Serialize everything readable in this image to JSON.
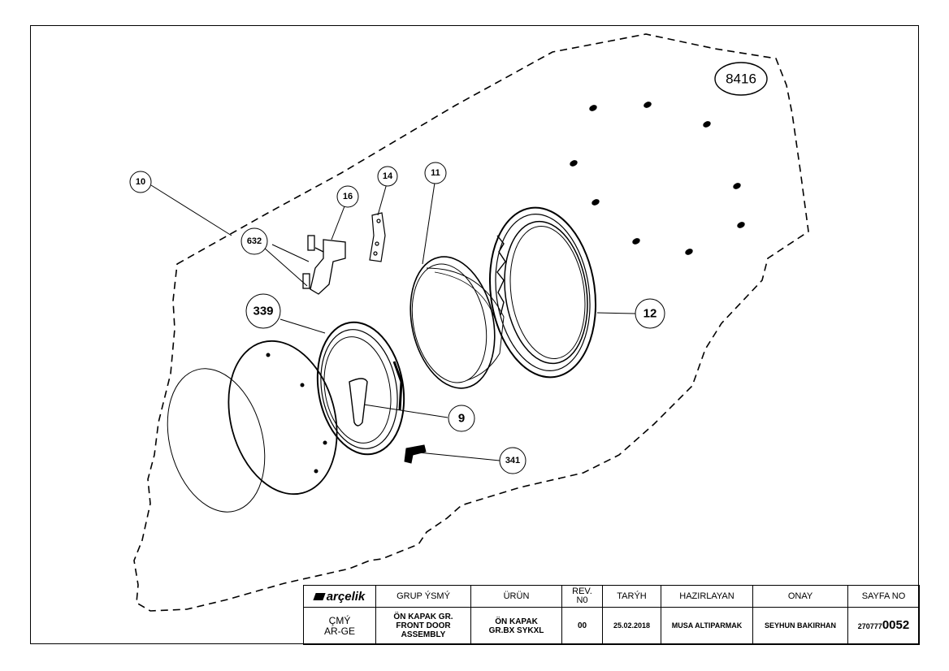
{
  "callouts": {
    "c10": "10",
    "c14": "14",
    "c11": "11",
    "c16": "16",
    "c632": "632",
    "c339": "339",
    "c12": "12",
    "c9": "9",
    "c341": "341",
    "c8416": "8416"
  },
  "title_block": {
    "logo": "arçelik",
    "headers": [
      "GRUP ÝSMÝ",
      "ÜRÜN",
      "REV.\nN0",
      "TARÝH",
      "HAZIRLAYAN",
      "ONAY",
      "SAYFA NO"
    ],
    "department": "ÇMÝ\nAR-GE",
    "group_name": "ÖN KAPAK GR.\nFRONT DOOR\nASSEMBLY",
    "product": "ÖN KAPAK\nGR.BX SYKXL",
    "rev_no": "00",
    "date": "25.02.2018",
    "prepared_by": "MUSA ALTIPARMAK",
    "approved_by": "SEYHUN BAKIRHAN",
    "page_no_prefix": "270777",
    "page_no_suffix": "0052"
  }
}
